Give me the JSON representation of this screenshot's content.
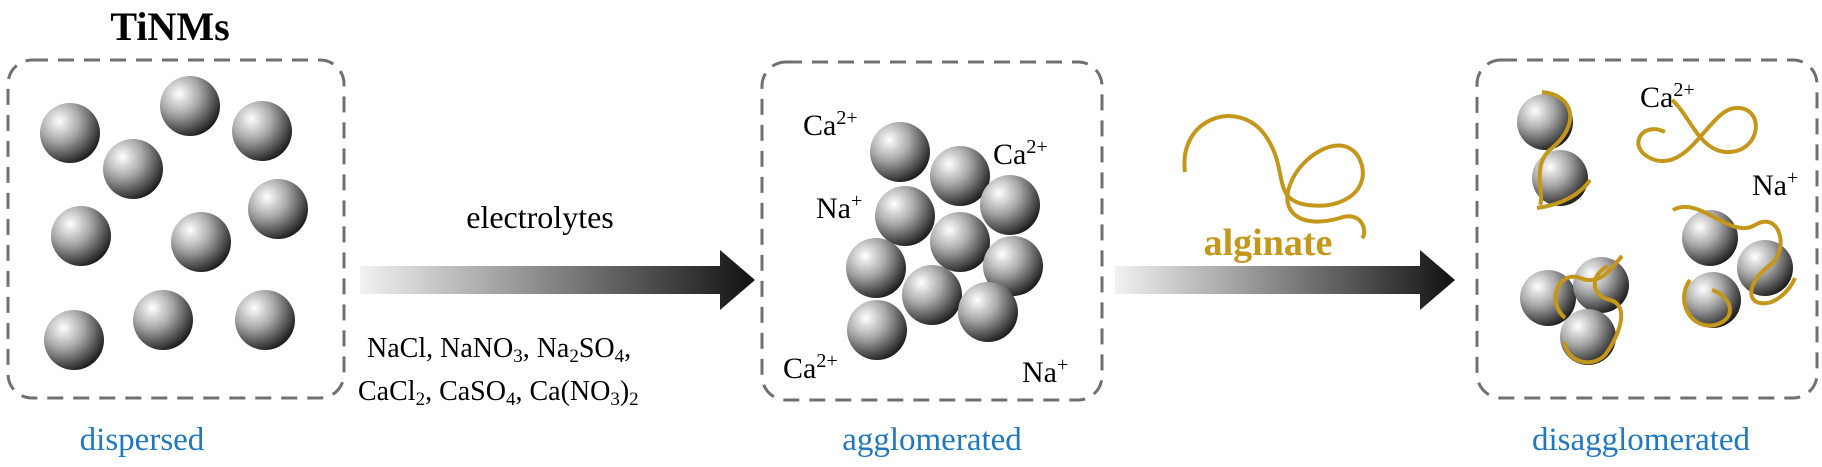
{
  "title": "TiNMs",
  "panels": [
    {
      "caption": "dispersed"
    },
    {
      "caption": "agglomerated",
      "ions": [
        "Ca",
        "Ca",
        "Na",
        "Ca",
        "Na"
      ]
    },
    {
      "caption": "disagglomerated",
      "ions": [
        "Ca",
        "Na"
      ]
    }
  ],
  "arrow1": {
    "label": "electrolytes",
    "salts_line1": [
      "NaCl, NaNO",
      "3",
      ", Na",
      "2",
      "SO",
      "4",
      ","
    ],
    "salts_line2": [
      "CaCl",
      "2",
      ", CaSO",
      "4",
      ", Ca(NO",
      "3",
      ")",
      "2"
    ]
  },
  "arrow2": {
    "label": "alginate"
  },
  "ion_charges": {
    "Ca": "2+",
    "Na": "+"
  },
  "colors": {
    "caption": "#1f78c1",
    "alginate": "#c4961a",
    "box_border": "#707070",
    "arrow": "#111111"
  }
}
